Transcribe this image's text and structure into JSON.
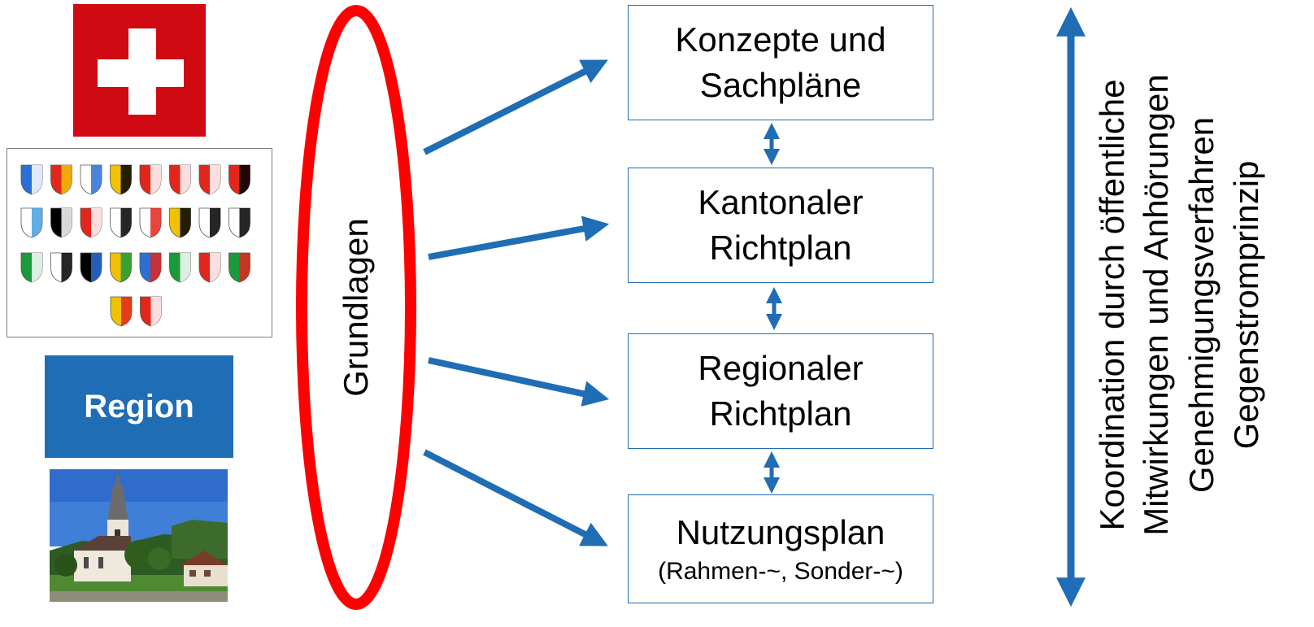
{
  "levels": {
    "federal_icon": "swiss-flag-icon",
    "cantons_icon": "canton-crests-icon",
    "region_label": "Region",
    "municipality_icon": "village-church-photo"
  },
  "basis_label": "Grundlagen",
  "plans": [
    {
      "line1": "Konzepte und",
      "line2": "Sachpläne"
    },
    {
      "line1": "Kantonaler",
      "line2": "Richtplan"
    },
    {
      "line1": "Regionaler",
      "line2": "Richtplan"
    },
    {
      "line1": "Nutzungsplan",
      "sub": "(Rahmen-~, Sonder-~)"
    }
  ],
  "coordination": {
    "lines": [
      "Koordination durch öffentliche",
      "Mitwirkungen und Anhörungen",
      "Genehmigungsverfahren",
      "Gegenstromprinzip"
    ]
  },
  "colors": {
    "accent_blue": "#1f6db5",
    "ellipse_red": "#ff0000",
    "flag_red": "#d00a12"
  }
}
